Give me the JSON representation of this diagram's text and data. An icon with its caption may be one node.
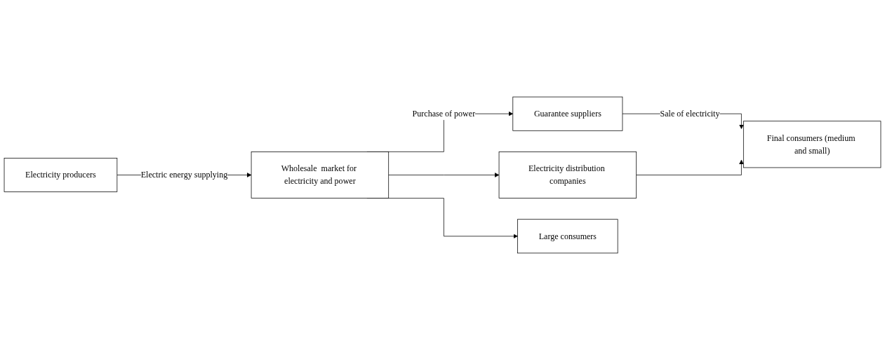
{
  "diagram": {
    "nodes": [
      {
        "text": [
          "Electricity producers"
        ]
      },
      {
        "text": [
          "Wholesale  market for electricity and power"
        ]
      },
      {
        "text": [
          "Guarantee suppliers"
        ]
      },
      {
        "text": [
          "Electricity distribution companies"
        ]
      },
      {
        "text": [
          "Large consumers"
        ]
      },
      {
        "text": [
          "Final consumers (medium and small)"
        ]
      }
    ],
    "edges": [
      {
        "from": 0,
        "to": 1,
        "arrow": "to",
        "label": "Electric energy supplying"
      },
      {
        "from": 1,
        "to": 2,
        "arrow": "to",
        "label": "Purchase of power"
      },
      {
        "from": 1,
        "to": 3,
        "arrow": "to"
      },
      {
        "from": 1,
        "to": 4,
        "arrow": "to"
      },
      {
        "from": 2,
        "to": 5,
        "arrow": "to",
        "label": "Sale of electricity"
      },
      {
        "from": 3,
        "to": 5,
        "arrow": "to"
      }
    ]
  }
}
